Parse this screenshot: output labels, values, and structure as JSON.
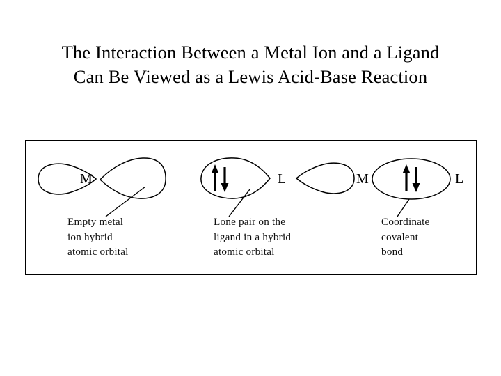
{
  "slide": {
    "title_lines": [
      "The Interaction Between a Metal Ion and a Ligand",
      "Can Be Viewed as a Lewis Acid-Base Reaction"
    ],
    "background_color": "#ffffff",
    "ink_color": "#000000"
  },
  "figure": {
    "border_color": "#000000",
    "panels": [
      {
        "id": "metal-ion",
        "center_label": "M",
        "left_lobe": "small-teardrop-pointing-right",
        "right_lobe": "large-teardrop-pointing-left",
        "electrons": "none",
        "caption_lines": [
          "Empty metal",
          "ion hybrid",
          "atomic orbital"
        ]
      },
      {
        "id": "ligand",
        "center_label": "L",
        "left_lobe": "large-teardrop-pointing-right",
        "right_lobe": "small-teardrop-pointing-left",
        "electrons": "lone-pair-up-down-arrows",
        "caption_lines": [
          "Lone pair on the",
          "ligand in a hybrid",
          "atomic orbital"
        ]
      },
      {
        "id": "coordinate-bond",
        "left_label": "M",
        "right_label": "L",
        "shape": "ellipse-overlap",
        "electrons": "shared-pair-up-down-arrows",
        "caption_lines": [
          "Coordinate",
          "covalent",
          "bond"
        ]
      }
    ]
  }
}
